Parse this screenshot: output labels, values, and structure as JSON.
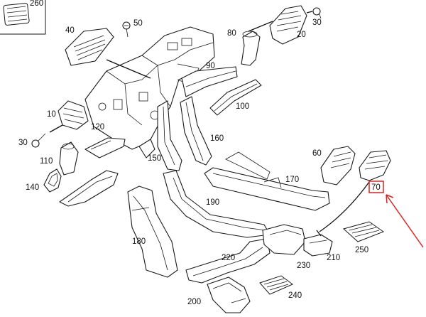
{
  "callouts": {
    "p10": "10",
    "p20": "20",
    "p30a": "30",
    "p30b": "30",
    "p40": "40",
    "p50": "50",
    "p60": "60",
    "p70": "70",
    "p80": "80",
    "p90": "90",
    "p100": "100",
    "p110": "110",
    "p120": "120",
    "p140": "140",
    "p150": "150",
    "p160": "160",
    "p170": "170",
    "p180": "180",
    "p190": "190",
    "p200": "200",
    "p210": "210",
    "p220": "220",
    "p230": "230",
    "p240": "240",
    "p250": "250",
    "p260": "260"
  },
  "colors": {
    "line_art": "#1a1a1a",
    "highlight": "#e02020"
  }
}
